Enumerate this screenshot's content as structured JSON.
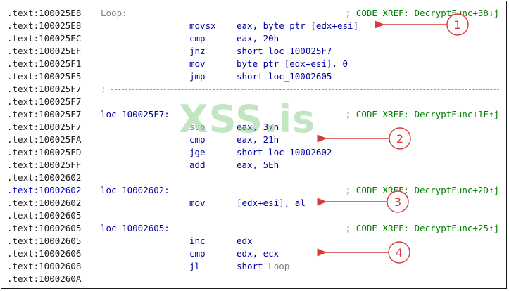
{
  "watermark": "XSS.is",
  "rows": [
    {
      "addr": ".text:100025E8",
      "label": "Loop:",
      "label_muted": true,
      "mnem": "",
      "ops": "",
      "xref": "; CODE XREF: DecryptFunc+38↓j"
    },
    {
      "addr": ".text:100025E8",
      "label": "",
      "mnem": "movsx",
      "ops": "eax, byte ptr [edx+esi]",
      "xref": ""
    },
    {
      "addr": ".text:100025EC",
      "label": "",
      "mnem": "cmp",
      "ops": "eax, 20h",
      "xref": ""
    },
    {
      "addr": ".text:100025EF",
      "label": "",
      "mnem": "jnz",
      "ops": "short loc_100025F7",
      "xref": ""
    },
    {
      "addr": ".text:100025F1",
      "label": "",
      "mnem": "mov",
      "ops": "byte ptr [edx+esi], 0",
      "xref": ""
    },
    {
      "addr": ".text:100025F5",
      "label": "",
      "mnem": "jmp",
      "ops": "short loc_10002605",
      "xref": ""
    },
    {
      "addr": ".text:100025F7",
      "sep": ";",
      "label": "",
      "mnem": "",
      "ops": "",
      "xref": ""
    },
    {
      "addr": ".text:100025F7",
      "label": "",
      "mnem": "",
      "ops": "",
      "xref": ""
    },
    {
      "addr": ".text:100025F7",
      "label": "loc_100025F7:",
      "mnem": "",
      "ops": "",
      "xref": "; CODE XREF: DecryptFunc+1F↑j"
    },
    {
      "addr": ".text:100025F7",
      "label": "",
      "mnem": "sub",
      "ops": "eax, 37h",
      "xref": ""
    },
    {
      "addr": ".text:100025FA",
      "label": "",
      "mnem": "cmp",
      "ops": "eax, 21h",
      "xref": ""
    },
    {
      "addr": ".text:100025FD",
      "label": "",
      "mnem": "jge",
      "ops": "short loc_10002602",
      "xref": ""
    },
    {
      "addr": ".text:100025FF",
      "label": "",
      "mnem": "add",
      "ops": "eax, 5Eh",
      "xref": ""
    },
    {
      "addr": ".text:10002602",
      "label": "",
      "mnem": "",
      "ops": "",
      "xref": ""
    },
    {
      "addr": ".text:10002602",
      "addr_blue": true,
      "label": "loc_10002602:",
      "mnem": "",
      "ops": "",
      "xref": "; CODE XREF: DecryptFunc+2D↑j"
    },
    {
      "addr": ".text:10002602",
      "label": "",
      "mnem": "mov",
      "ops": "[edx+esi], al",
      "xref": ""
    },
    {
      "addr": ".text:10002605",
      "label": "",
      "mnem": "",
      "ops": "",
      "xref": ""
    },
    {
      "addr": ".text:10002605",
      "label": "loc_10002605:",
      "mnem": "",
      "ops": "",
      "xref": "; CODE XREF: DecryptFunc+25↑j"
    },
    {
      "addr": ".text:10002605",
      "label": "",
      "mnem": "inc",
      "ops": "edx",
      "xref": ""
    },
    {
      "addr": ".text:10002606",
      "label": "",
      "mnem": "cmp",
      "ops": "edx, ecx",
      "xref": ""
    },
    {
      "addr": ".text:10002608",
      "label": "",
      "mnem": "jl",
      "ops": "short",
      "ops_muted": "Loop",
      "xref": ""
    },
    {
      "addr": ".text:1000260A",
      "label": "",
      "mnem": "",
      "ops": "",
      "xref": ""
    }
  ],
  "callouts": [
    {
      "number": "1",
      "row": 1
    },
    {
      "number": "2",
      "row": 10
    },
    {
      "number": "3",
      "row": 15
    },
    {
      "number": "4",
      "row": 19
    }
  ],
  "colors": {
    "address": "#1a1a1a",
    "instruction": "#0000a0",
    "xref": "#008000",
    "annotation": "#d63a3a",
    "watermark": "#78c878"
  }
}
